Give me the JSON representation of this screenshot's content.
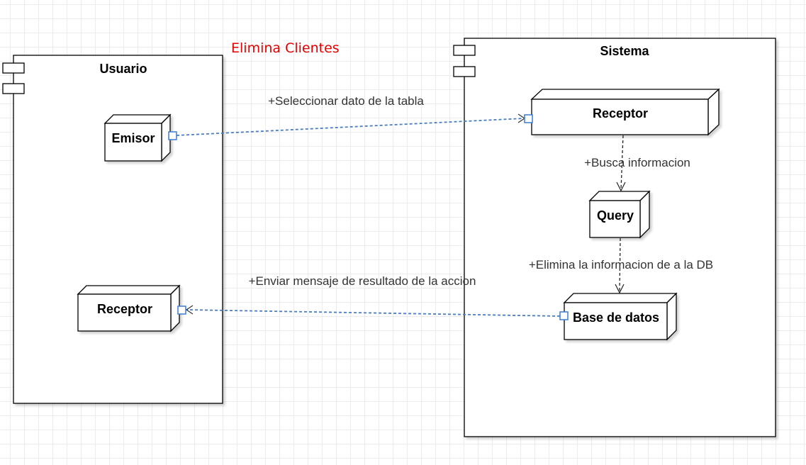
{
  "diagram": {
    "title": "Elimina Clientes",
    "colors": {
      "title": "#e60000",
      "connector": "#4a7ec2",
      "port_fill": "#ffffff",
      "port_stroke": "#3b7bd4",
      "outline": "#000000"
    },
    "components": {
      "usuario": "Usuario",
      "sistema": "Sistema"
    },
    "nodes": {
      "emisor": "Emisor",
      "receptor_usuario": "Receptor",
      "receptor_sistema": "Receptor",
      "query": "Query",
      "base_datos": "Base de datos"
    },
    "connections": {
      "seleccionar": "+Seleccionar dato de la tabla",
      "busca": "+Busca informacion",
      "elimina": "+Elimina la informacion de a la DB",
      "enviar": "+Enviar mensaje de resultado de la accion"
    }
  }
}
